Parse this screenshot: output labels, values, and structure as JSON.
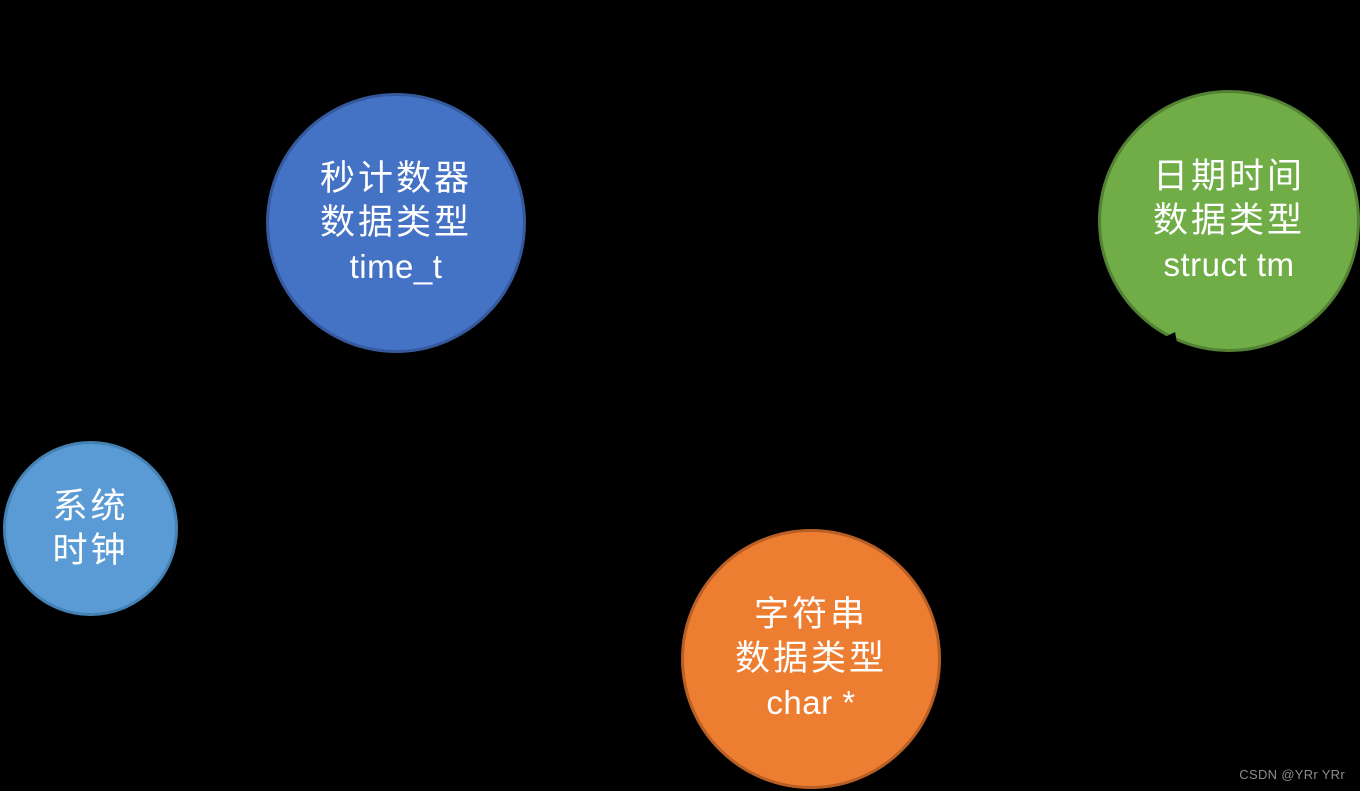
{
  "background_color": "#000000",
  "nodes": {
    "seconds_counter": {
      "lines": [
        "秒计数器",
        "数据类型",
        "time_t"
      ],
      "fill": "#4472C4",
      "stroke": "#35599C"
    },
    "datetime": {
      "lines": [
        "日期时间",
        "数据类型",
        "struct tm"
      ],
      "fill": "#70AD47",
      "stroke": "#548235"
    },
    "system_clock": {
      "lines": [
        "系统",
        "时钟"
      ],
      "fill": "#5B9BD5",
      "stroke": "#4582B4"
    },
    "string_type": {
      "lines": [
        "字符串",
        "数据类型",
        "char *"
      ],
      "fill": "#ED7D31",
      "stroke": "#B85F25"
    }
  },
  "watermark": {
    "text": "CSDN @YRr YRr",
    "color": "#8C8C8C"
  }
}
